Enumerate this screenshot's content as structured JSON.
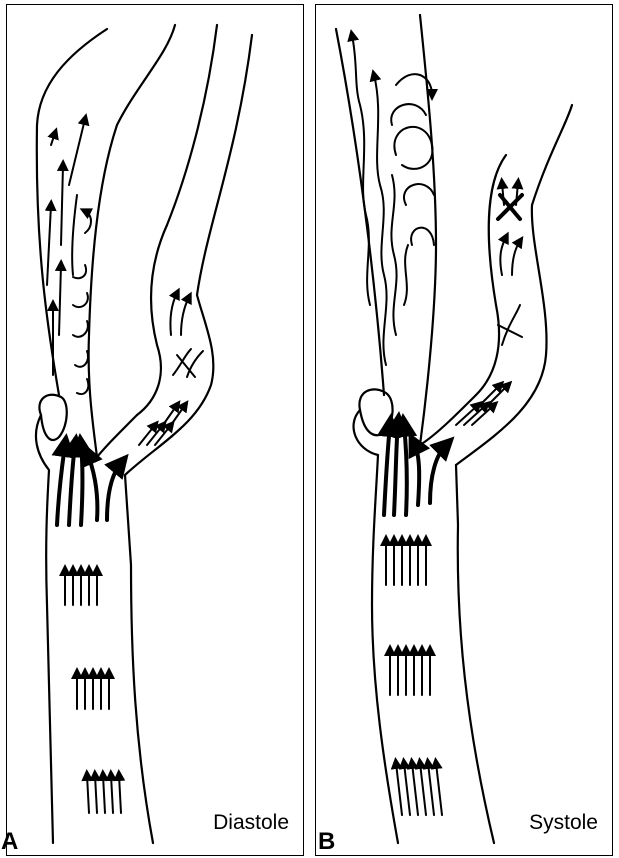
{
  "panel_a": {
    "letter": "A",
    "caption": "Diastole"
  },
  "panel_b": {
    "letter": "B",
    "caption": "Systole"
  }
}
